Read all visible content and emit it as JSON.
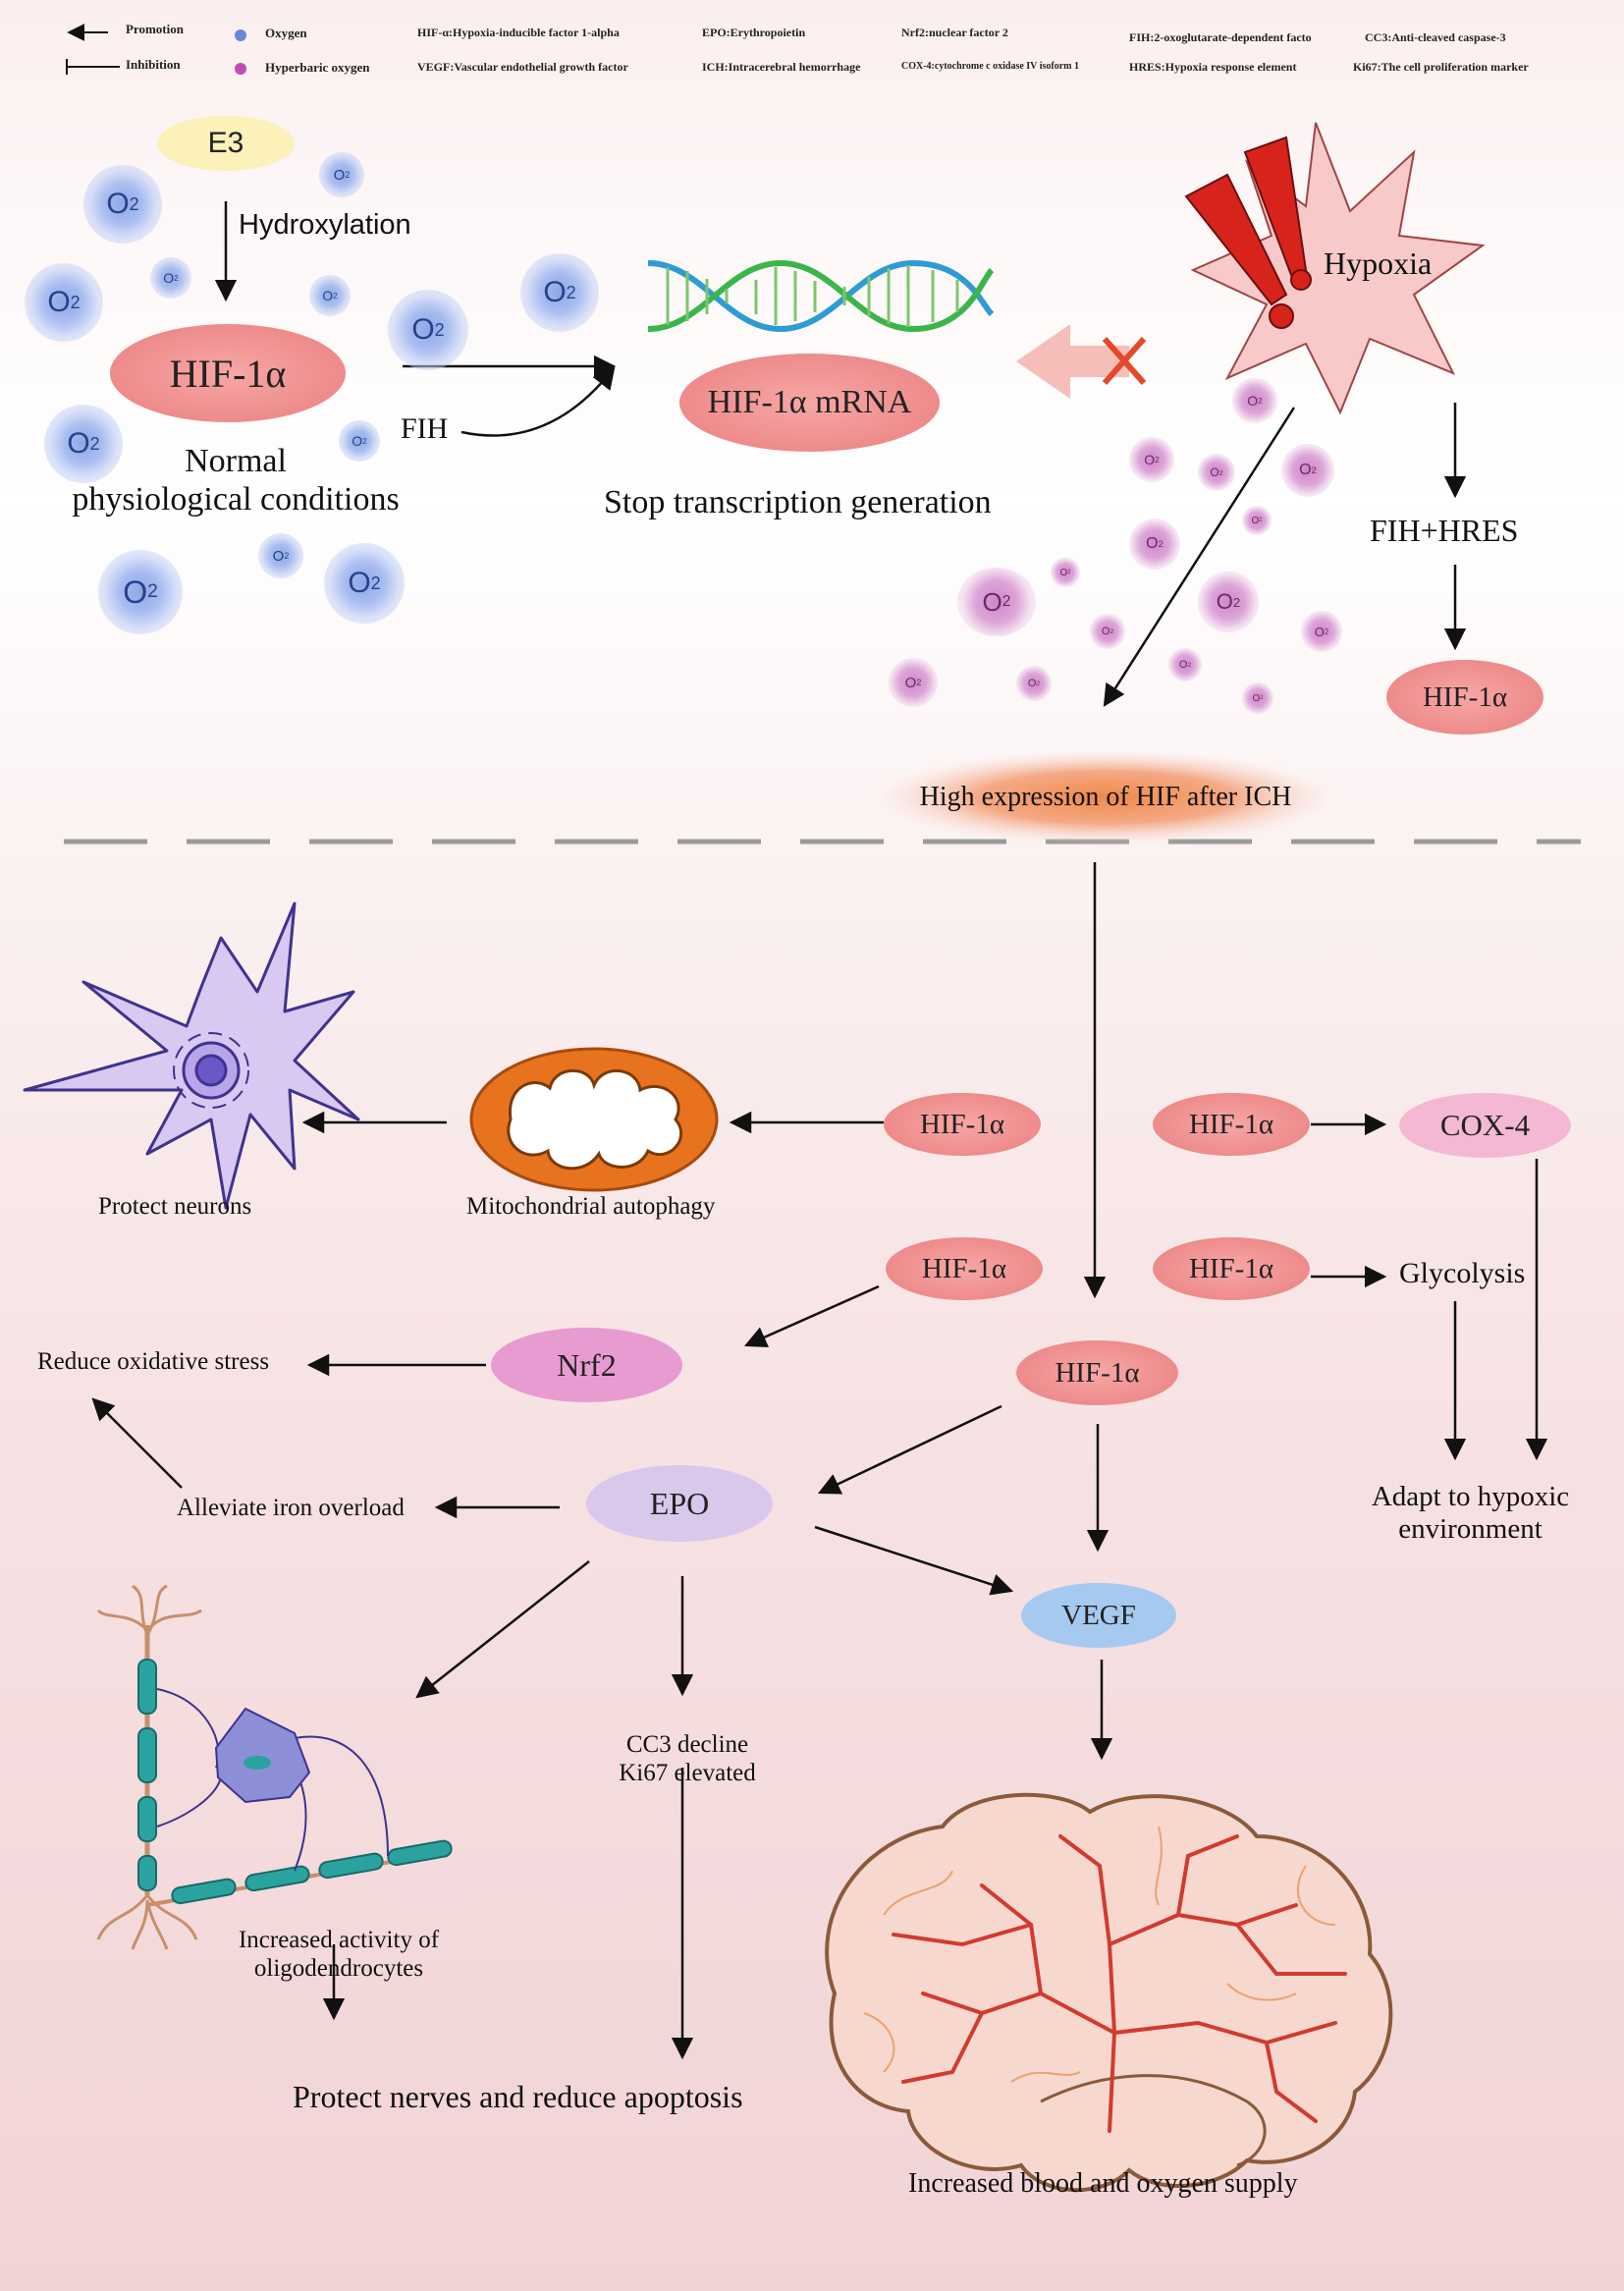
{
  "legend": {
    "promotion": "Promotion",
    "inhibition": "Inhibition",
    "oxygen": "Oxygen",
    "hyperbaric_oxygen": "Hyperbaric oxygen",
    "hif": "HIF-α:Hypoxia-inducible factor 1-alpha",
    "vegf": "VEGF:Vascular endothelial growth factor",
    "epo": "EPO:Erythropoietin",
    "ich": "ICH:Intracerebral hemorrhage",
    "nrf2": "Nrf2:nuclear factor 2",
    "cox4": "COX-4:cytochrome c oxidase IV isoform 1",
    "fih": "FIH:2-oxoglutarate-dependent facto",
    "hres": "HRES:Hypoxia response element",
    "cc3": "CC3:Anti-cleaved caspase-3",
    "ki67": "Ki67:The cell proliferation marker"
  },
  "top": {
    "e3": "E3",
    "hydroxylation": "Hydroxylation",
    "hif_main": "HIF-1α",
    "fih": "FIH",
    "normal_1": "Normal",
    "normal_2": "physiological conditions",
    "mrna": "HIF-1α mRNA",
    "stop": "Stop transcription generation",
    "hypoxia": "Hypoxia",
    "fih_hres": "FIH+HRES",
    "hif_right": "HIF-1α",
    "high_expr": "High expression of HIF after ICH",
    "o2": "O2"
  },
  "bottom": {
    "hif": "HIF-1α",
    "cox4": "COX-4",
    "glycolysis": "Glycolysis",
    "adapt_1": "Adapt to hypoxic",
    "adapt_2": "environment",
    "mito": "Mitochondrial autophagy",
    "protect_neurons": "Protect neurons",
    "nrf2": "Nrf2",
    "reduce_ox": "Reduce oxidative stress",
    "epo": "EPO",
    "iron": "Alleviate iron overload",
    "vegf": "VEGF",
    "cc3": "CC3 decline",
    "ki67": "Ki67 elevated",
    "oligo_1": "Increased activity of",
    "oligo_2": "oligodendrocytes",
    "protect_nerves": "Protect nerves and reduce apoptosis",
    "blood": "Increased blood and oxygen supply"
  },
  "colors": {
    "hif": "#ee8b8b",
    "cox4": "#f4b8d4",
    "nrf2": "#e79bd0",
    "epo": "#d9c8ec",
    "vegf": "#a6c9f0",
    "mito": "#e8731f",
    "neuron": "#4a3f9a",
    "vessel": "#d23a2e"
  }
}
